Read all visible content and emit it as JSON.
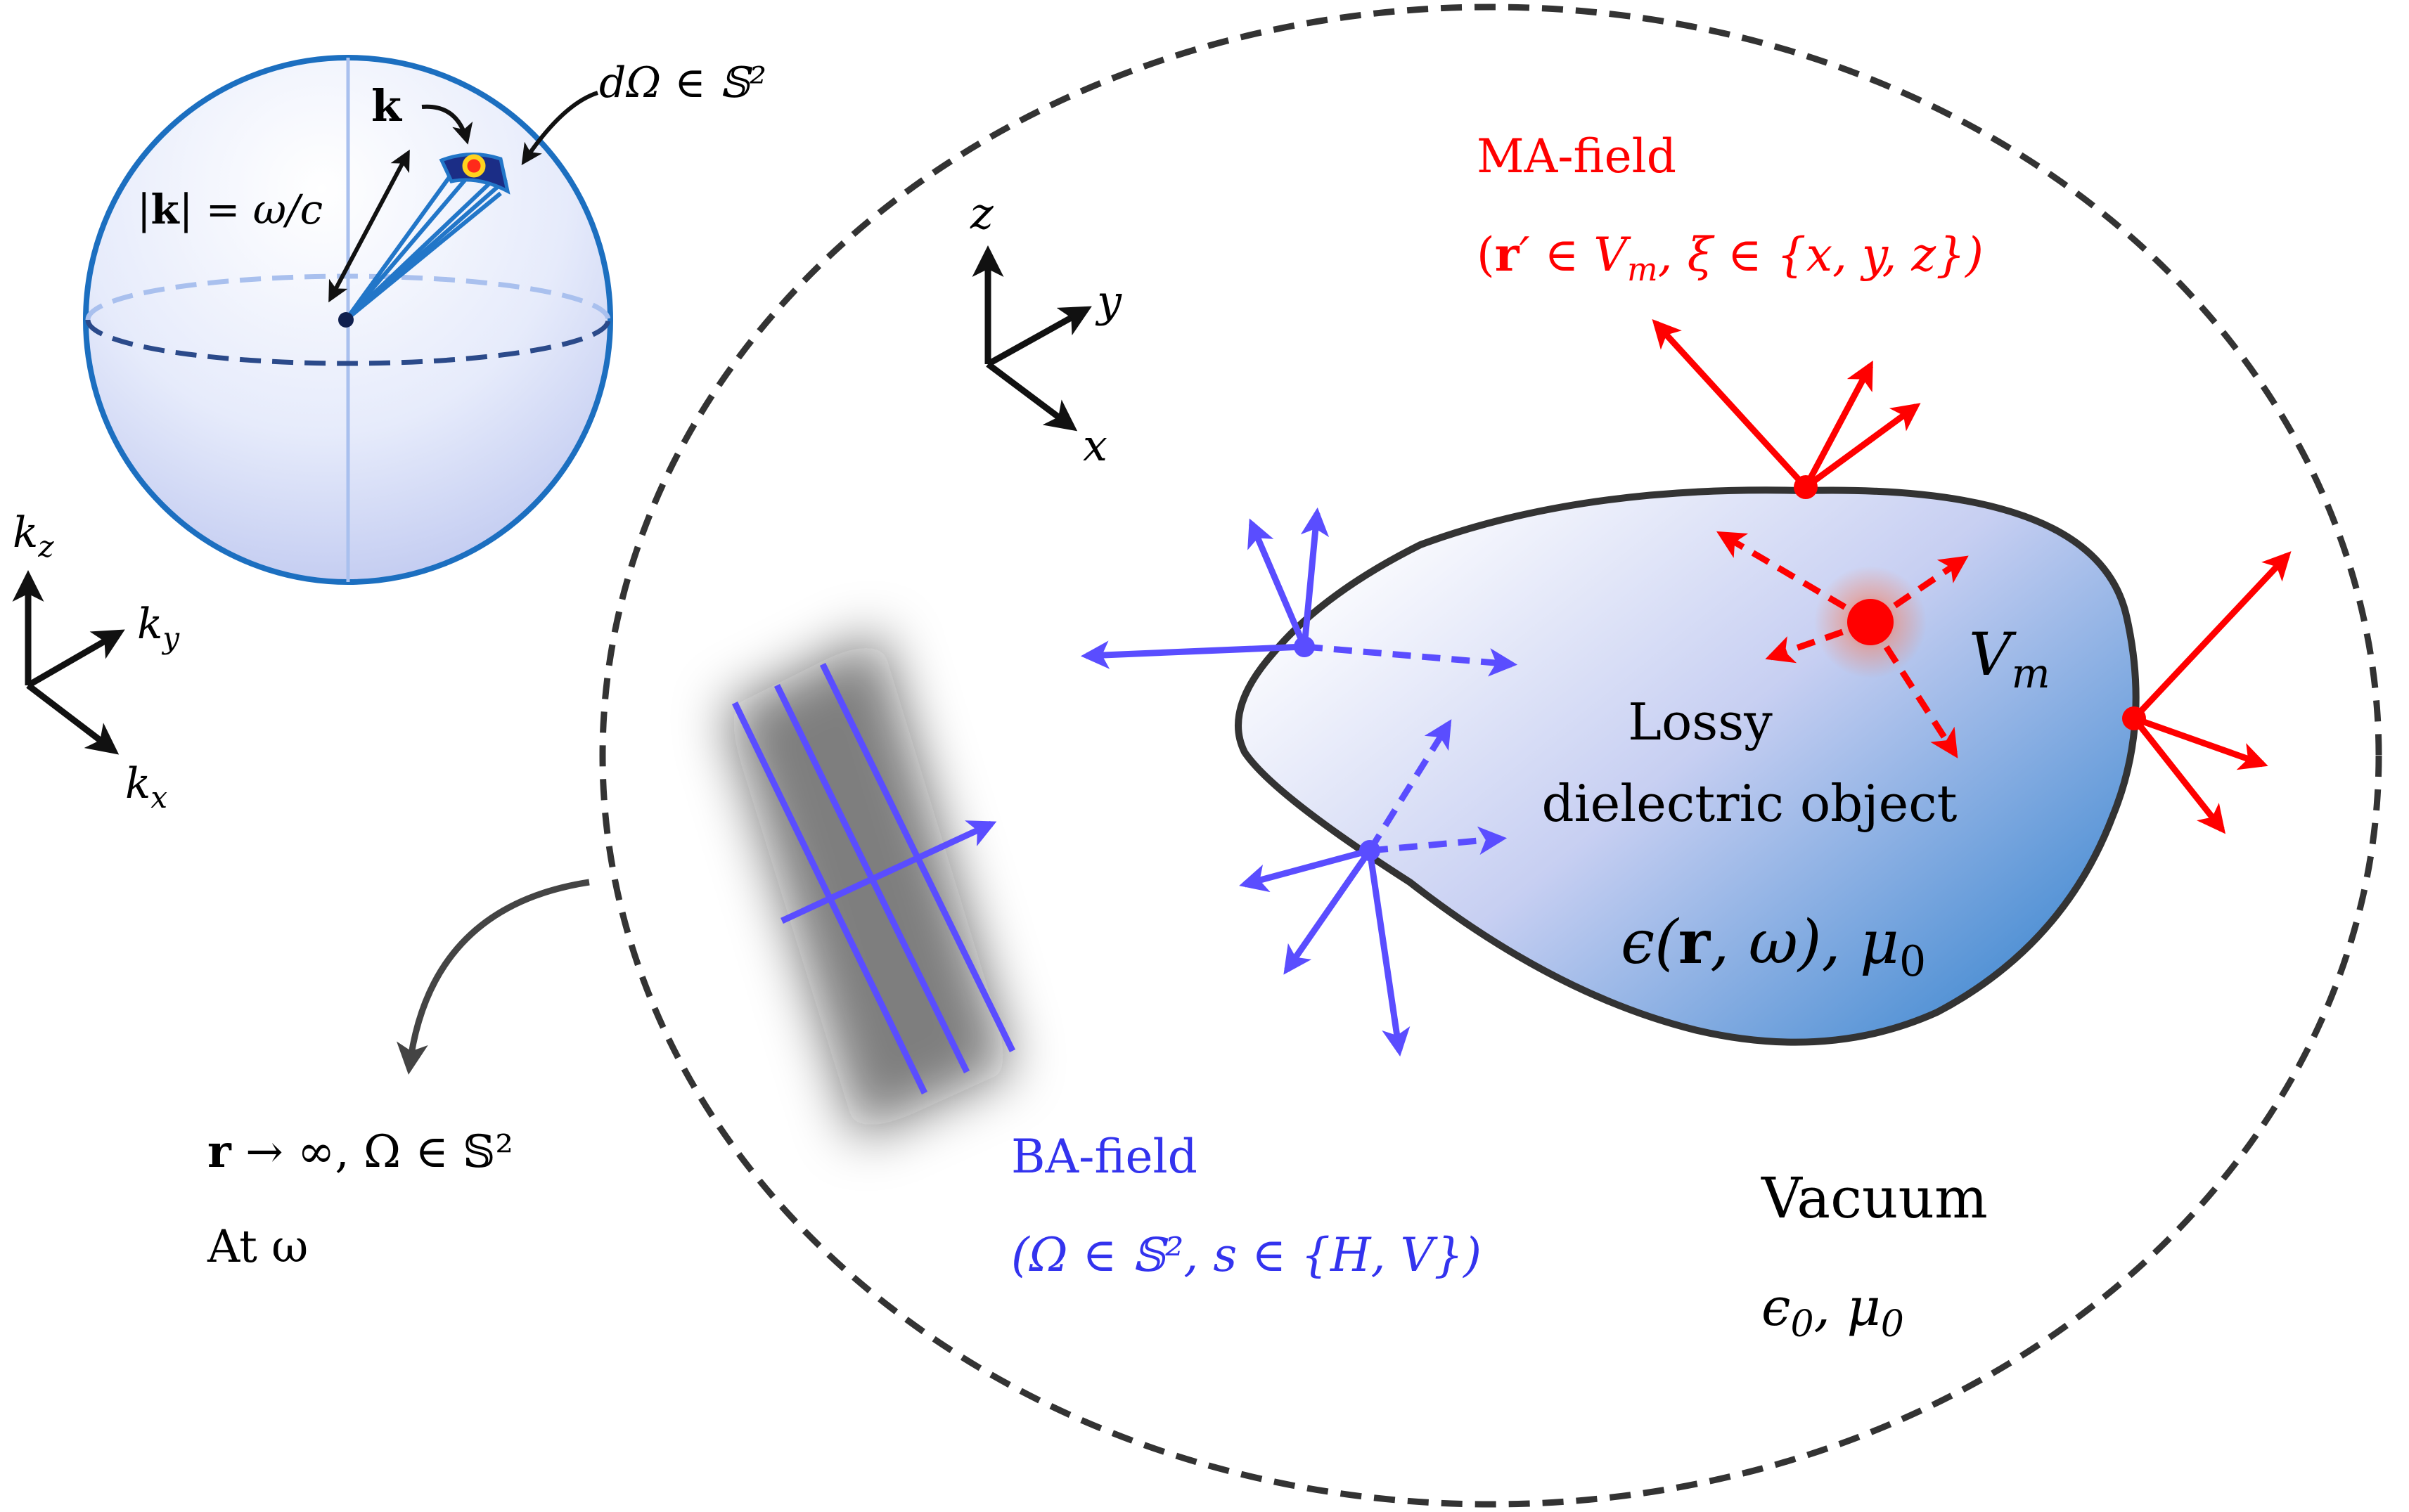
{
  "sphere_panel": {
    "k_label": "k",
    "dOmega_label": "dΩ ∈ 𝕊²",
    "k_magnitude": {
      "bar": "|",
      "k": "k",
      "rest": "| = ω/c"
    },
    "k_axes": {
      "kz": "k",
      "kz_sub": "z",
      "ky": "k",
      "ky_sub": "y",
      "kx": "k",
      "kx_sub": "x"
    }
  },
  "space_axes": {
    "z": "z",
    "y": "y",
    "x": "x"
  },
  "far_field": {
    "line1_r": "r",
    "line1_rest": " → ∞, Ω ∈ 𝕊²",
    "line2": "At ω"
  },
  "ma_field": {
    "title": "MA-field",
    "params_open": "(",
    "params_r": "r",
    "params_rest": "′ ∈ V",
    "params_sub": "m",
    "params_tail": ", ξ ∈ {x, y, z})"
  },
  "ba_field": {
    "title": "BA-field",
    "params": "(Ω ∈ 𝕊², s ∈ {H, V})"
  },
  "object": {
    "line1": "Lossy",
    "line2": "dielectric object",
    "permittivity_pre": "ϵ(",
    "permittivity_r": "r",
    "permittivity_post": ", ω), μ",
    "permittivity_sub": "0",
    "volume": "V",
    "volume_sub": "m"
  },
  "vacuum": {
    "title": "Vacuum",
    "params": "ϵ",
    "params_sub1": "0",
    "params_mid": ", μ",
    "params_sub2": "0"
  },
  "colors": {
    "ma_red": "#ff0000",
    "ba_blue": "#5a4dff",
    "ba_text": "#3333ee",
    "sphere_edge": "#1c6fc0",
    "object_edge": "#333333",
    "object_fill_dark": "#3a86cf"
  }
}
